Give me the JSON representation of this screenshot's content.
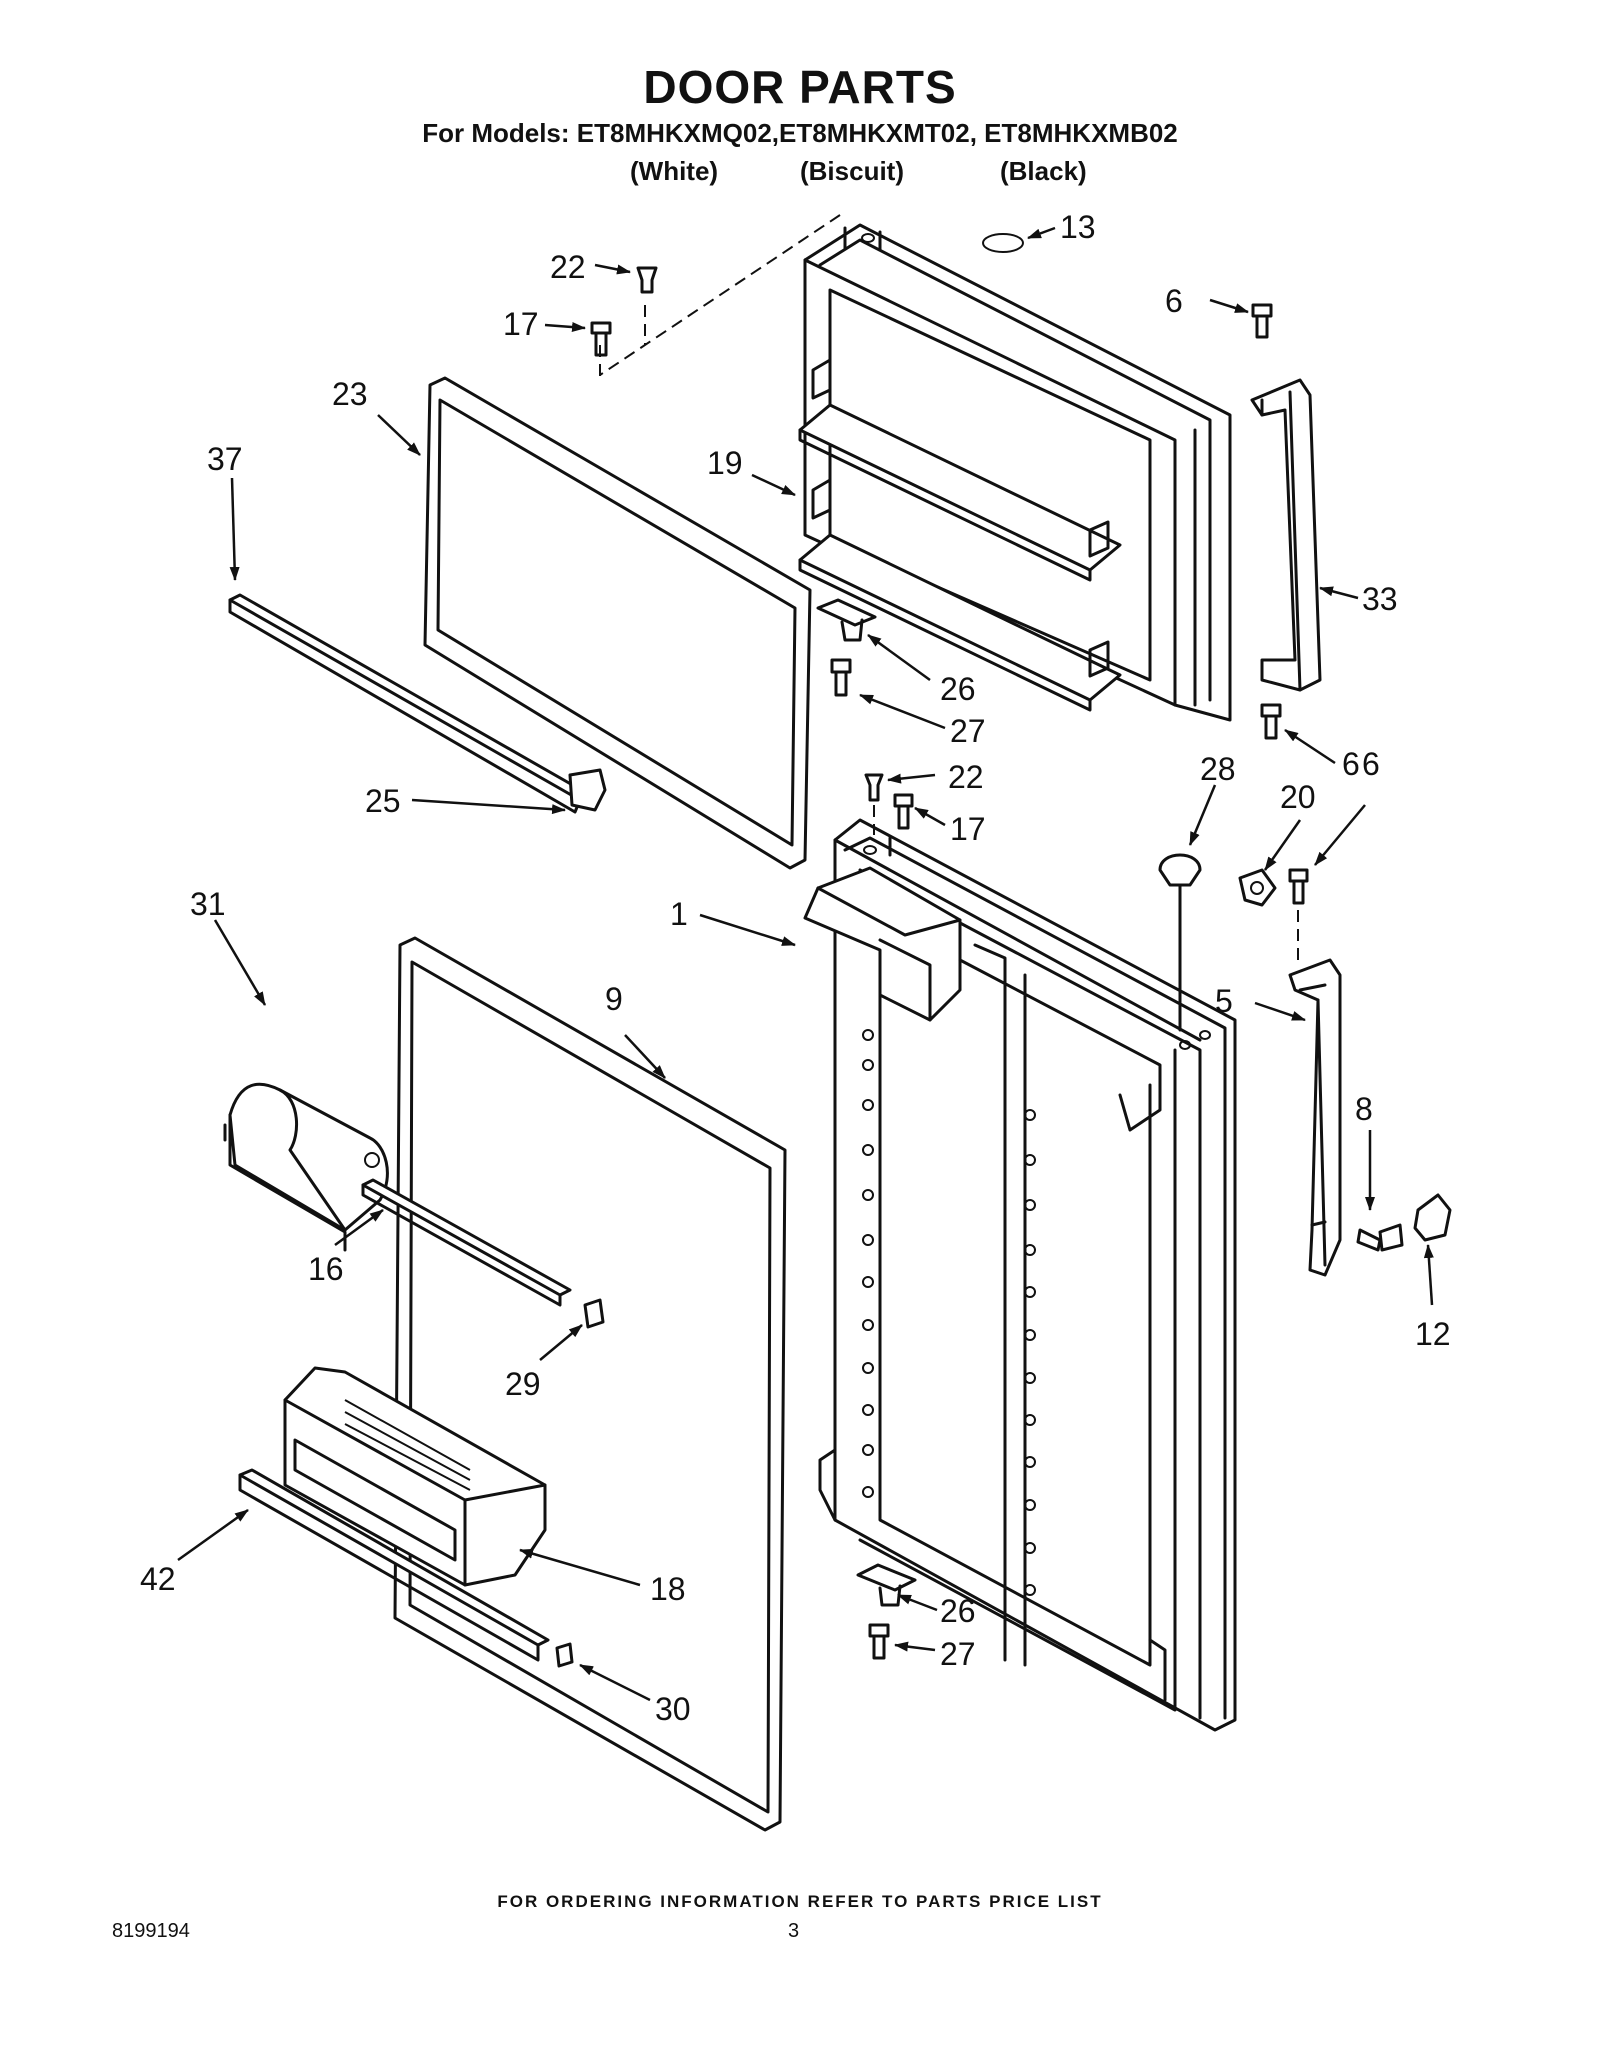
{
  "header": {
    "title": "DOOR PARTS",
    "models_line": "For Models: ET8MHKXMQ02,ET8MHKXMT02, ET8MHKXMB02",
    "colors": [
      "(White)",
      "(Biscuit)",
      "(Black)"
    ]
  },
  "callouts": [
    "13",
    "22",
    "17",
    "6",
    "23",
    "37",
    "19",
    "33",
    "26",
    "27",
    "6",
    "22",
    "25",
    "17",
    "28",
    "20",
    "6",
    "31",
    "1",
    "9",
    "5",
    "8",
    "16",
    "12",
    "29",
    "18",
    "42",
    "26",
    "27",
    "30"
  ],
  "footer": {
    "ordering_note": "FOR ORDERING INFORMATION REFER TO PARTS PRICE LIST",
    "doc_number": "8199194",
    "page_number": "3"
  }
}
